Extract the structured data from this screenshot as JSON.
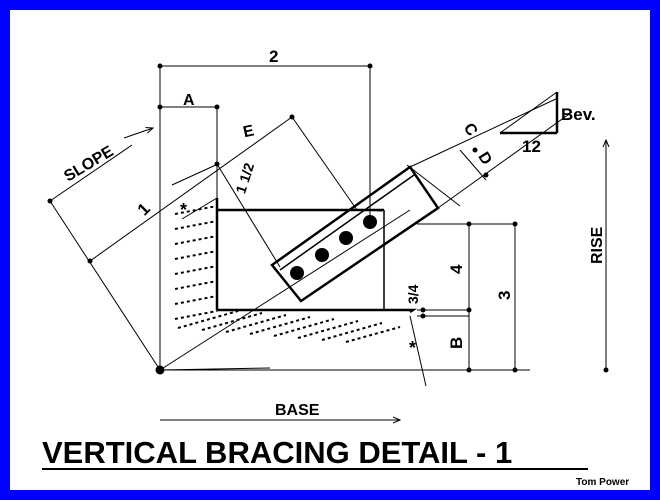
{
  "title": "VERTICAL BRACING DETAIL - 1",
  "credit": "Tom Power",
  "labels": {
    "two": "2",
    "a": "A",
    "e": "E",
    "c": "C",
    "d": "D",
    "bev": "Bev.",
    "twelve": "12",
    "slope": "SLOPE",
    "one": "1",
    "one_half": "1 1/2",
    "rise": "RISE",
    "four": "4",
    "three": "3",
    "three_quarter": "3/4",
    "b": "B",
    "base": "BASE",
    "star_top": "*",
    "star_bottom": "*"
  },
  "colors": {
    "frame": "#0000ff",
    "background": "#ffffff",
    "ink": "#000000"
  }
}
